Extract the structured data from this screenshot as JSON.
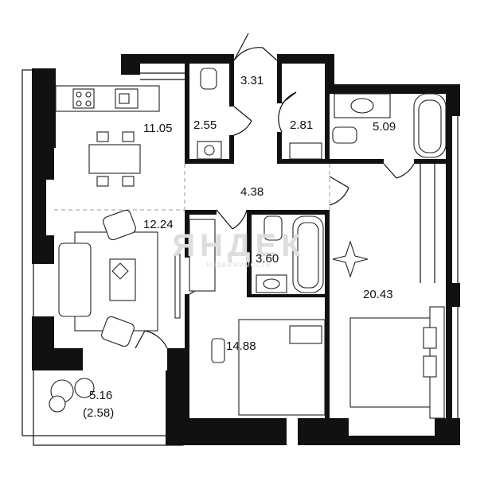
{
  "rooms": [
    {
      "id": "kitchen",
      "area": "11.05"
    },
    {
      "id": "living",
      "area": "12.24"
    },
    {
      "id": "wc",
      "area": "2.55"
    },
    {
      "id": "hall",
      "area": "3.31"
    },
    {
      "id": "closet",
      "area": "2.81"
    },
    {
      "id": "bathroom-1",
      "area": "5.09"
    },
    {
      "id": "corridor",
      "area": "4.38"
    },
    {
      "id": "bathroom-2",
      "area": "3.60"
    },
    {
      "id": "bedroom-2",
      "area": "14.88"
    },
    {
      "id": "bedroom-1",
      "area": "20.43"
    },
    {
      "id": "balcony",
      "area": "5.16",
      "area_note": "(2.58)"
    }
  ],
  "watermark": {
    "text": "ЯНДЕК",
    "sub": "НЕДВИЖИМОСТЬ"
  },
  "colors": {
    "wall": "#111111",
    "line": "#222222",
    "watermark": "#dddddd"
  }
}
